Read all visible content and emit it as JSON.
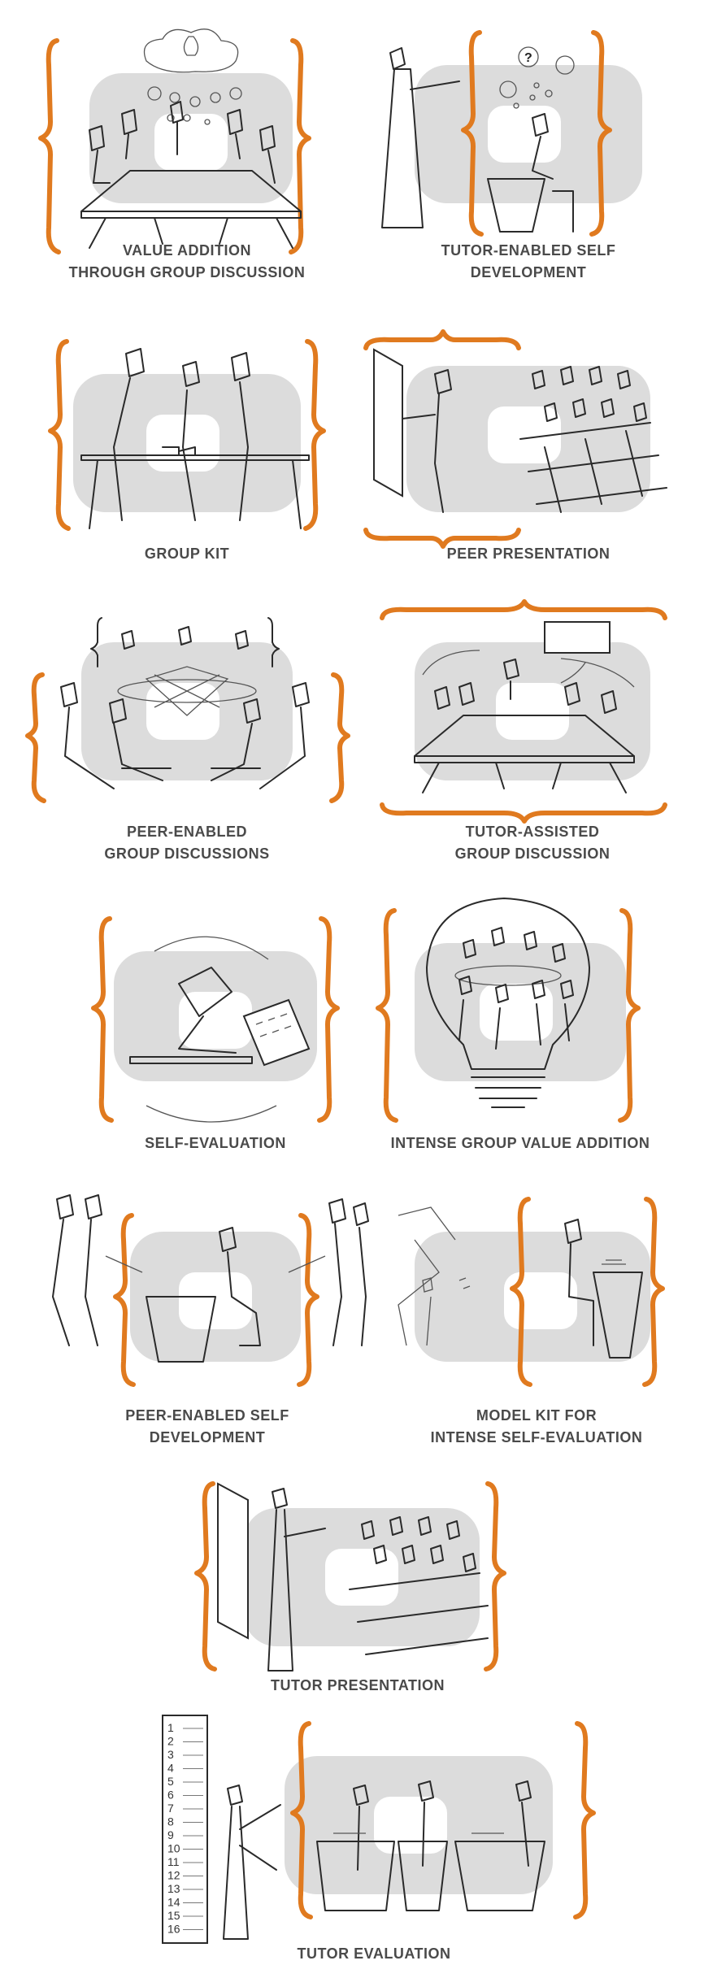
{
  "panels": [
    {
      "id": "value-addition",
      "line1": "VALUE ADDITION",
      "line2": "THROUGH GROUP DISCUSSION"
    },
    {
      "id": "tutor-enabled-self",
      "line1": "TUTOR-ENABLED SELF",
      "line2": "DEVELOPMENT"
    },
    {
      "id": "group-kit",
      "line1": "GROUP KIT",
      "line2": ""
    },
    {
      "id": "peer-presentation",
      "line1": "PEER PRESENTATION",
      "line2": ""
    },
    {
      "id": "peer-enabled-group",
      "line1": "PEER-ENABLED",
      "line2": "GROUP DISCUSSIONS"
    },
    {
      "id": "tutor-assisted",
      "line1": "TUTOR-ASSISTED",
      "line2": "GROUP DISCUSSION"
    },
    {
      "id": "self-evaluation",
      "line1": "SELF-EVALUATION",
      "line2": ""
    },
    {
      "id": "intense-group",
      "line1": "INTENSE GROUP VALUE ADDITION",
      "line2": ""
    },
    {
      "id": "peer-enabled-self",
      "line1": "PEER-ENABLED SELF",
      "line2": "DEVELOPMENT"
    },
    {
      "id": "model-kit",
      "line1": "MODEL KIT FOR",
      "line2": "INTENSE SELF-EVALUATION"
    },
    {
      "id": "tutor-presentation",
      "line1": "TUTOR PRESENTATION",
      "line2": ""
    },
    {
      "id": "tutor-evaluation",
      "line1": "TUTOR EVALUATION",
      "line2": ""
    }
  ],
  "icons": {
    "thought_question": "?",
    "thought_bulb": "lightbulb-icon"
  },
  "evaluation_board_numbers": [
    "1",
    "2",
    "3",
    "4",
    "5",
    "6",
    "7",
    "8",
    "9",
    "10",
    "11",
    "12",
    "13",
    "14",
    "15",
    "16"
  ],
  "colors": {
    "accent": "#e07a1f",
    "caption": "#4a4a4a",
    "logo_bg": "#dcdcdc",
    "ink": "#2a2a2a"
  }
}
